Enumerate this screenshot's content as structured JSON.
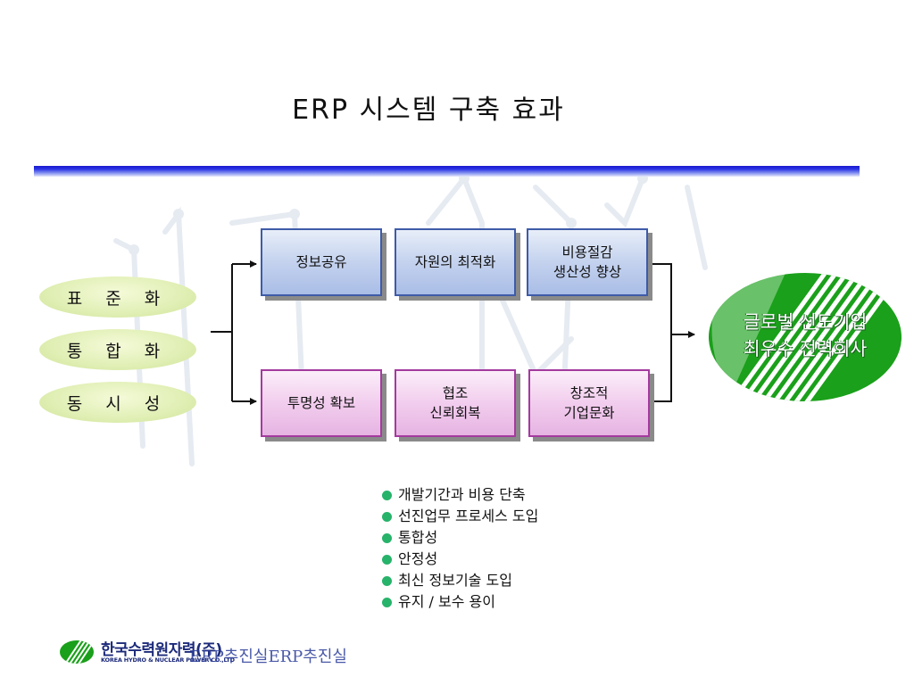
{
  "title": "ERP 시스템 구축 효과",
  "left_pills": [
    "표 준 화",
    "통 합 화",
    "동 시 성"
  ],
  "top_row": [
    "정보공유",
    "자원의 최적화",
    "비용절감\n생산성 향상"
  ],
  "bottom_row": [
    "투명성 확보",
    "협조\n신뢰회복",
    "창조적\n기업문화"
  ],
  "goal": "글로벌 선도기업\n최우수 전력회사",
  "bullets": [
    "개발기간과 비용 단축",
    "선진업무 프로세스 도입",
    "통합성",
    "안정성",
    "최신 정보기술 도입",
    "유지 / 보수 용이"
  ],
  "footer": {
    "company_ko": "한국수력원자력(주)",
    "company_en": "KOREA HYDRO & NUCLEAR POWER CO.,LTD",
    "department": "ERP추진실ERP추진실"
  },
  "colors": {
    "title_bar": "#2a33e6",
    "blue_box_border": "#3e5ba8",
    "pink_box_border": "#a43a9e",
    "goal_green": "#1aa01a",
    "bullet_green": "#27b36a",
    "pill_fill": "#e0efb4"
  }
}
